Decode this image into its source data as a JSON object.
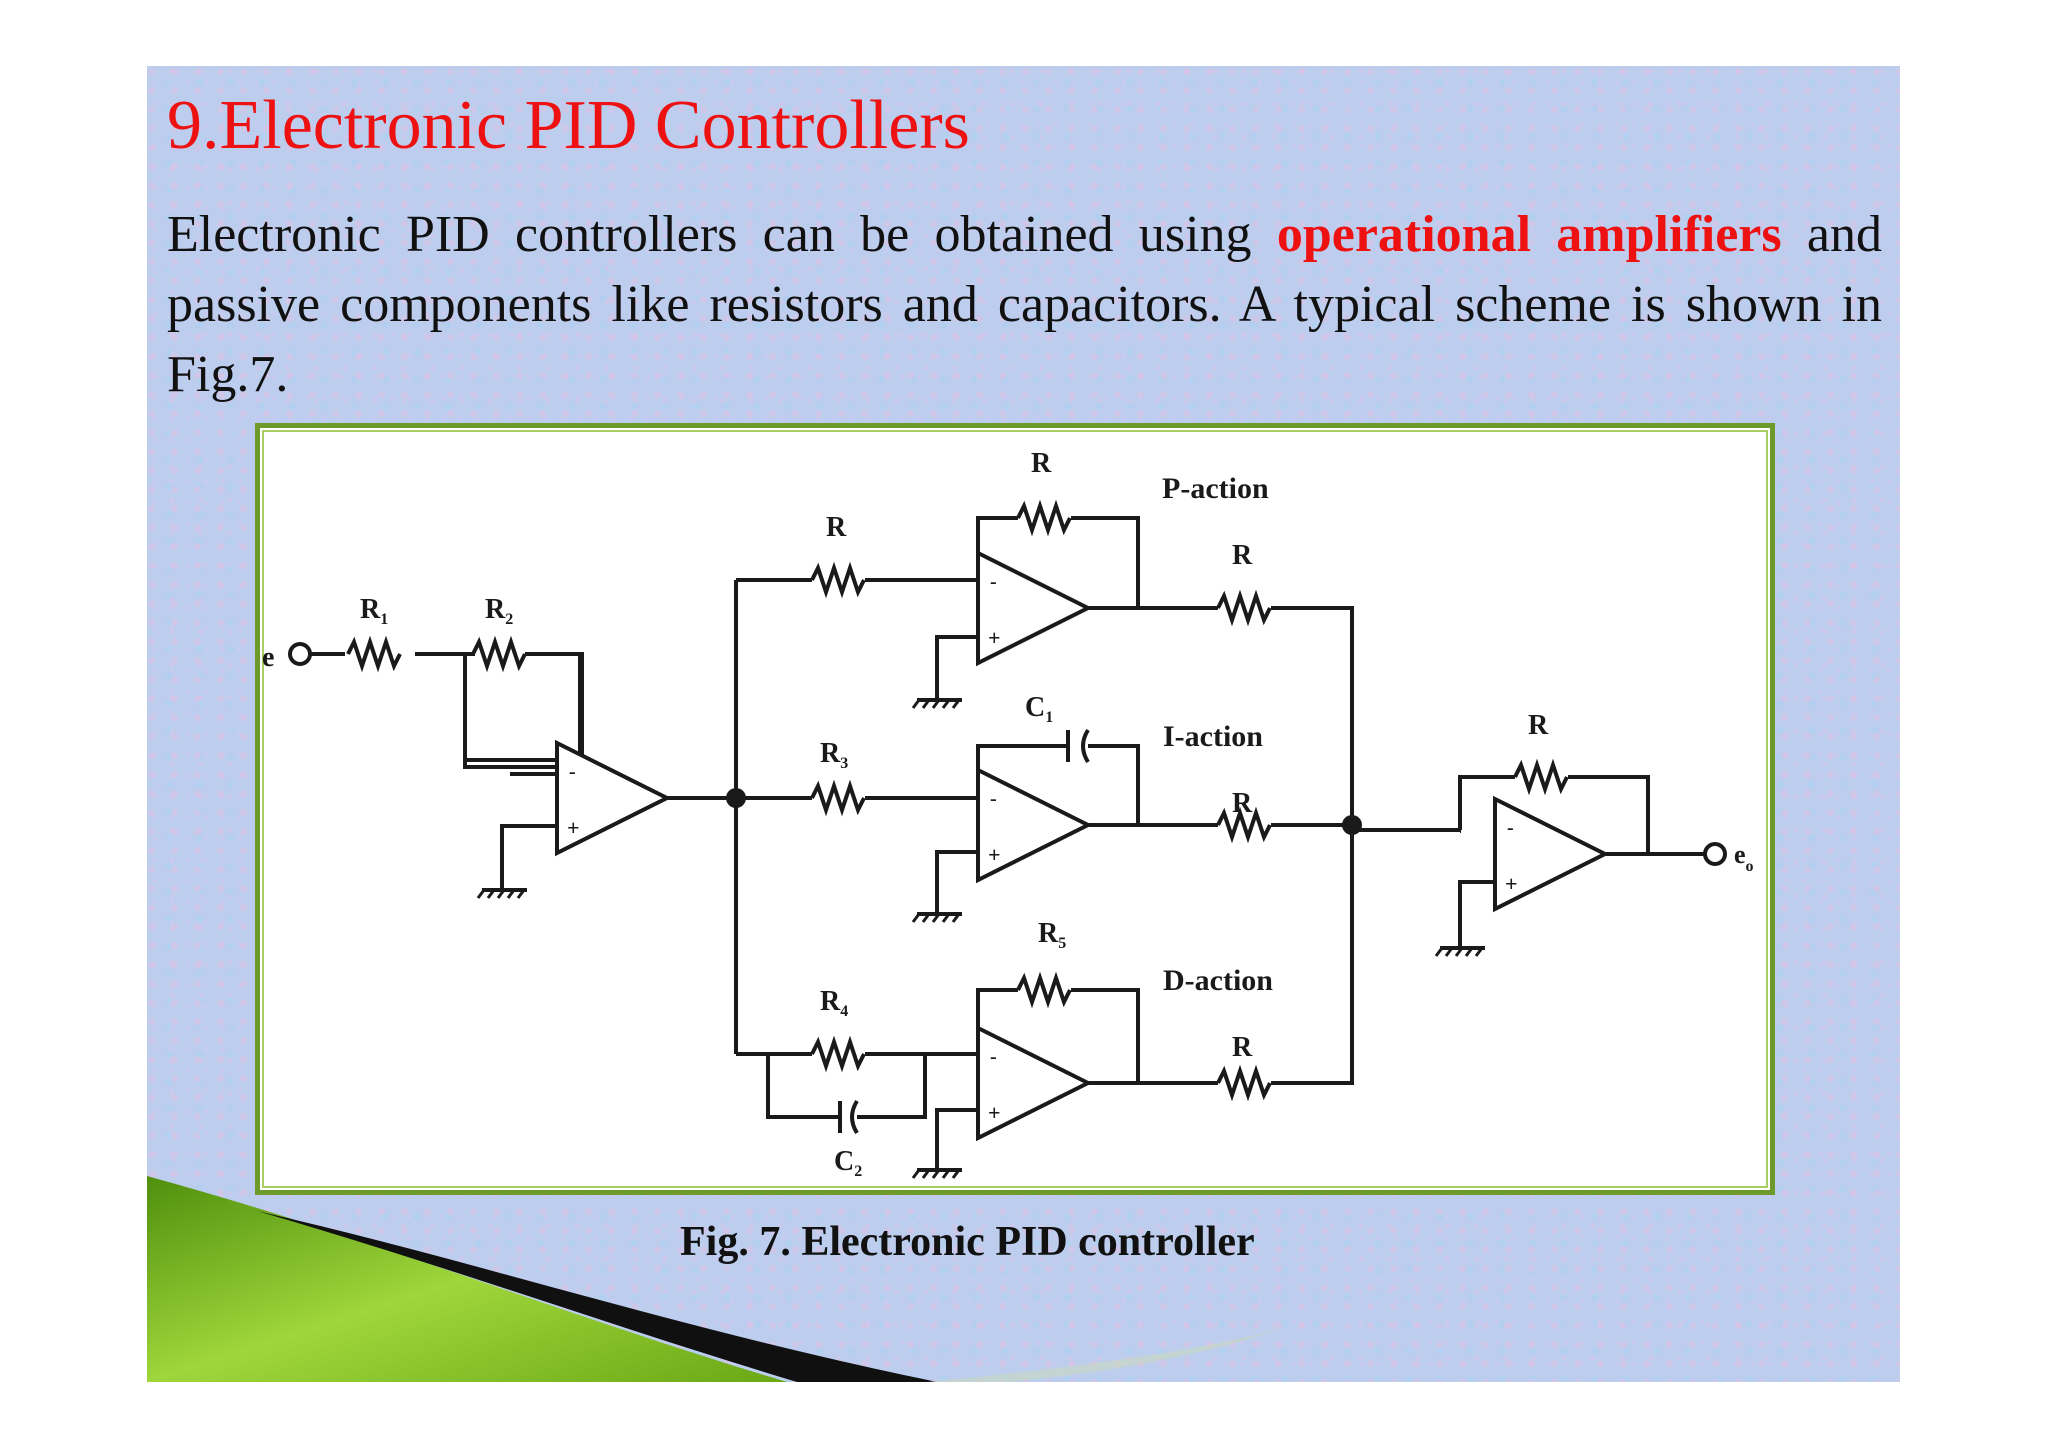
{
  "slide": {
    "title": "9.Electronic PID Controllers",
    "paragraph": {
      "before": "Electronic PID controllers can be obtained using ",
      "highlight": "operational amplifiers",
      "after": " and passive components like resistors and capacitors. A typical scheme is shown in Fig.7."
    },
    "caption": "Fig. 7. Electronic PID controller"
  },
  "diagram": {
    "labels": {
      "input": "e",
      "output": "e",
      "output_sub": "o",
      "r1": "R",
      "r1_sub": "1",
      "r2": "R",
      "r2_sub": "2",
      "r3": "R",
      "r3_sub": "3",
      "r4": "R",
      "r4_sub": "4",
      "r5": "R",
      "r5_sub": "5",
      "c1": "C",
      "c1_sub": "1",
      "c2": "C",
      "c2_sub": "2",
      "r": "R",
      "p_action": "P-action",
      "i_action": "I-action",
      "d_action": "D-action",
      "minus": "-",
      "plus": "+"
    }
  },
  "colors": {
    "title": "#ee1111",
    "highlight": "#ee1111",
    "frame": "#6d9a2a",
    "swoosh": "#7fbf1f"
  }
}
